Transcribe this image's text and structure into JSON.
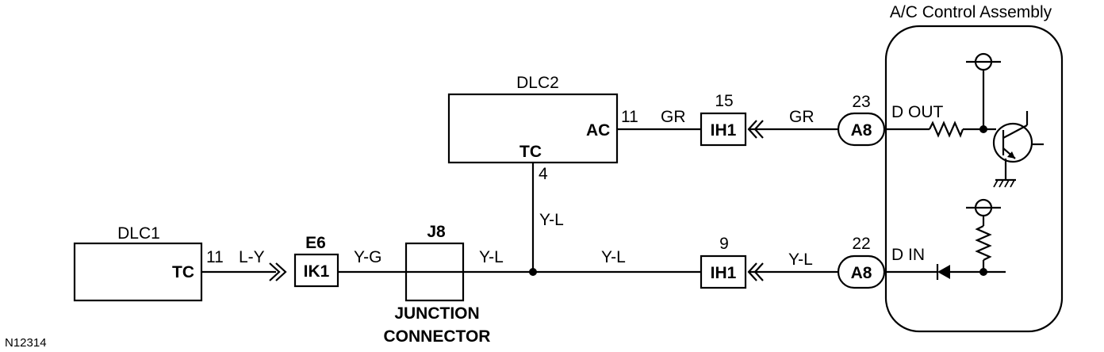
{
  "diagram": {
    "assembly_title": "A/C Control Assembly",
    "dlc1": {
      "name": "DLC1",
      "terminal": "TC",
      "pin": "11"
    },
    "dlc2": {
      "name": "DLC2",
      "terminal_ac": "AC",
      "terminal_tc": "TC",
      "pin_ac": "11",
      "pin_tc": "4"
    },
    "connector_e6": {
      "id": "E6",
      "code": "IK1"
    },
    "connector_j8": {
      "id": "J8",
      "label_line1": "JUNCTION",
      "label_line2": "CONNECTOR"
    },
    "connector_ih1_top": {
      "pin": "15",
      "code": "IH1"
    },
    "connector_ih1_bottom": {
      "pin": "9",
      "code": "IH1"
    },
    "connector_a8_top": {
      "pin": "23",
      "code": "A8"
    },
    "connector_a8_bottom": {
      "pin": "22",
      "code": "A8"
    },
    "wire_colors": {
      "dlc1_wire": "L-Y",
      "ik1_to_j8": "Y-G",
      "j8_out": "Y-L",
      "tc_vertical": "Y-L",
      "main_bus": "Y-L",
      "ih1_to_a8_bottom": "Y-L",
      "ac_wire": "GR",
      "ih1_to_a8_top": "GR"
    },
    "terminals": {
      "d_out": "D OUT",
      "d_in": "D IN"
    },
    "figure_id": "N12314",
    "line_color": "#000000",
    "background_color": "#ffffff"
  }
}
